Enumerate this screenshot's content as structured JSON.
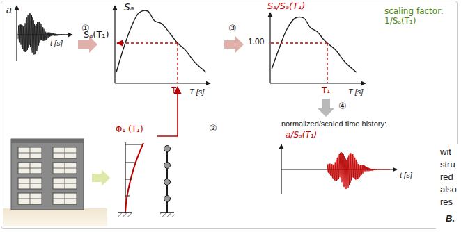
{
  "diagram": {
    "labels": [
      "a",
      "t [s]",
      "①",
      "Sₐ",
      "Sₐ(T₁)",
      "T₁",
      "T [s]",
      "③",
      "Sₐ/Sₐ(T₁)",
      "1.00",
      "scaling factor: 1/Sₐ(T₁)",
      "T₁",
      "T [s]",
      "wit",
      "stru",
      "red",
      "also",
      "res",
      "④",
      "normalized/scaled time history:",
      "a/Sₐ(T₁)",
      "t [s]",
      "B.",
      "Φ₁ (T₁)",
      "②"
    ]
  }
}
